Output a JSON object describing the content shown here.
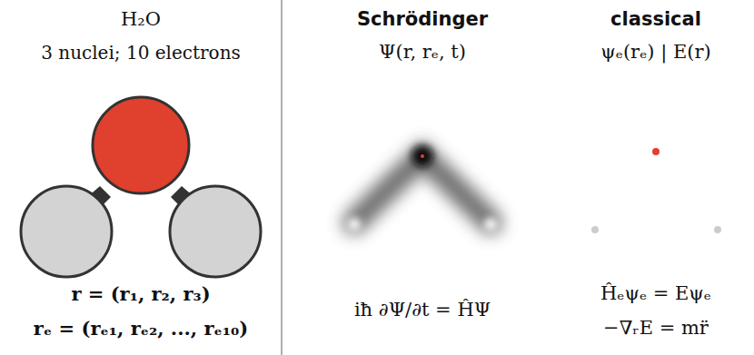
{
  "diagram": {
    "labels": [
      "H₂O",
      "3 nuclei; 10 electrons",
      "r = (r₁, r₂, r₃)",
      "rₑ = (rₑ₁, rₑ₂, ..., rₑ₁₀)",
      "Schrödinger",
      "Ψ(r, rₑ, t)",
      "iħ ∂Ψ/∂t = ĤΨ",
      "classical",
      "ψₑ(rₑ)   |   E(r)",
      "Ĥₑψₑ = Eψₑ",
      "−∇ᵣE = mr̈"
    ]
  }
}
